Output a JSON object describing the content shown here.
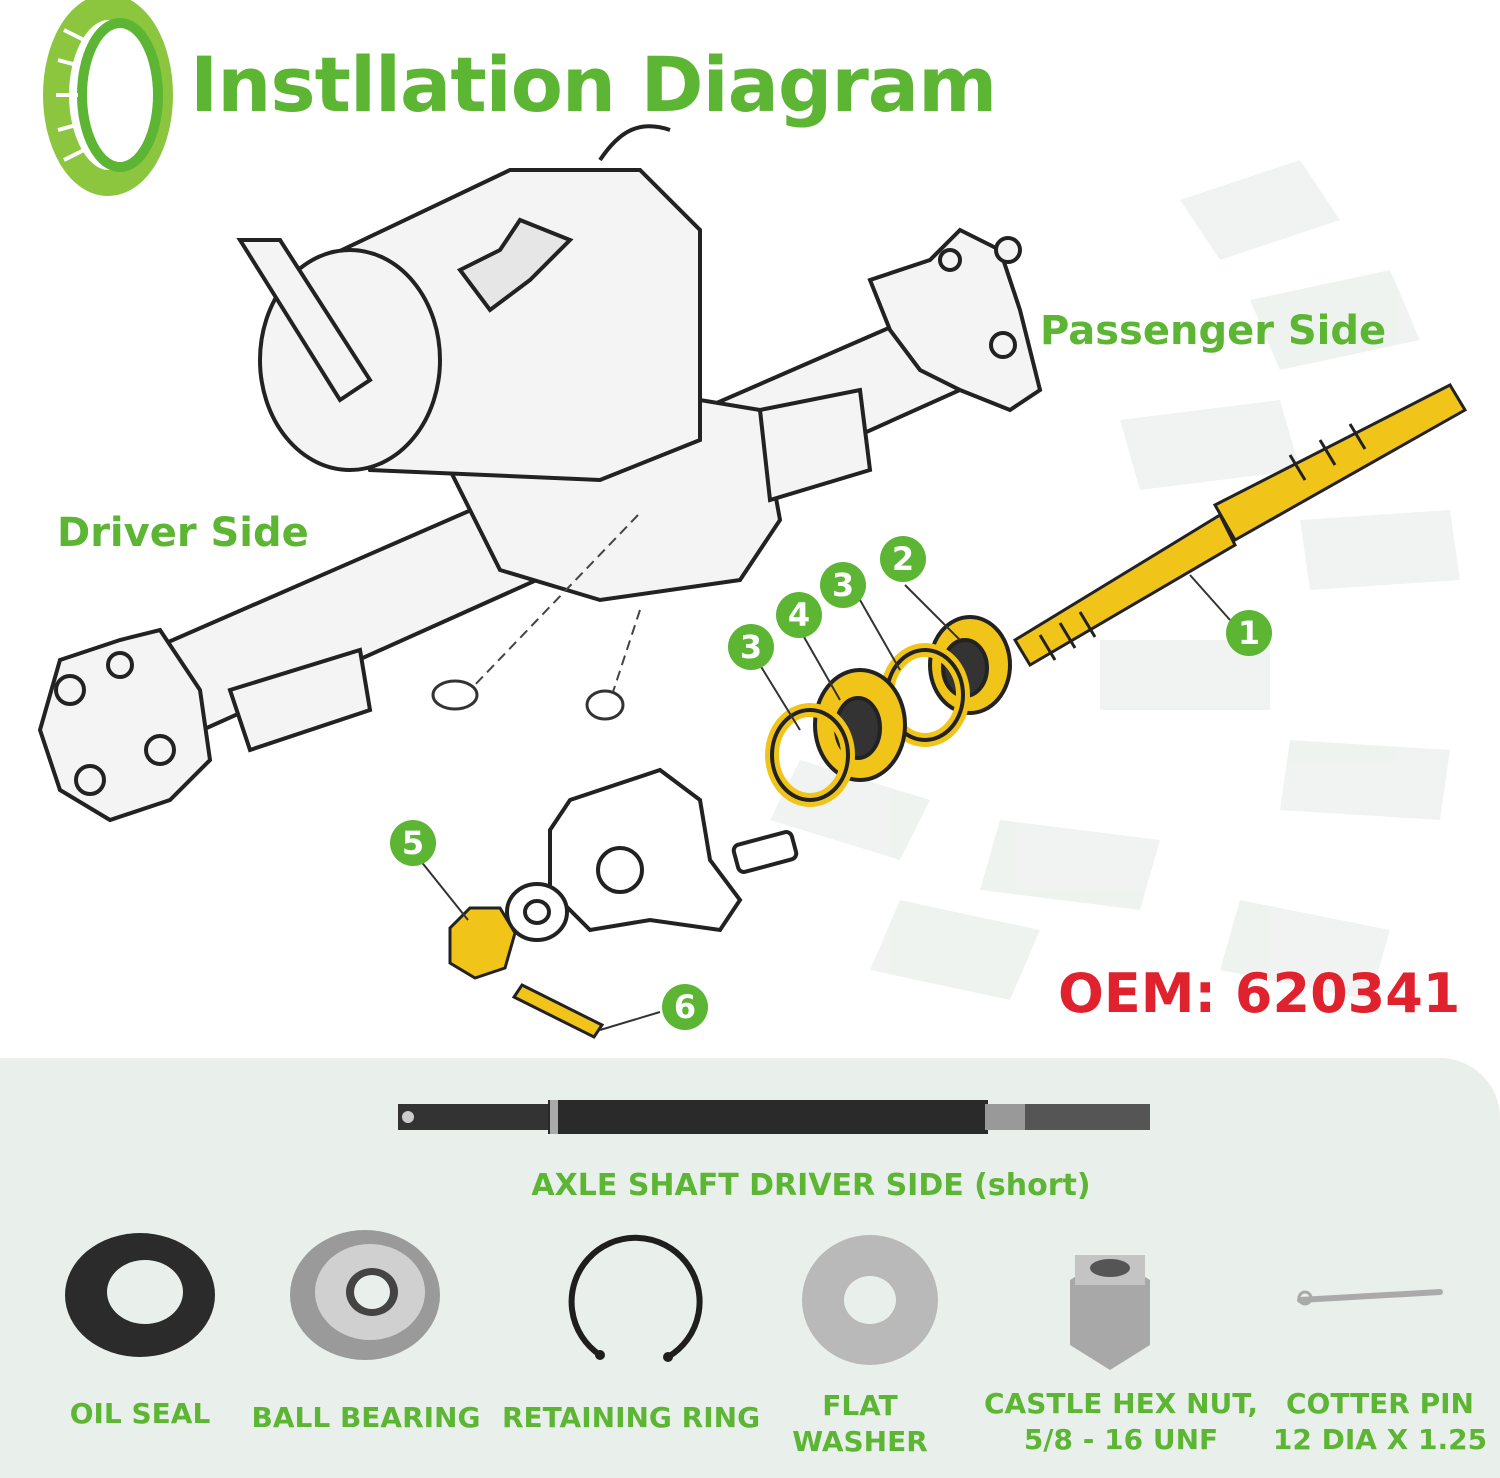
{
  "header": {
    "title": "Instllation Diagram",
    "logo_icon": "tire-icon"
  },
  "labels": {
    "passenger_side": "Passenger Side",
    "driver_side": "Driver Side",
    "oem": "OEM: 620341"
  },
  "callouts": [
    "1",
    "2",
    "3",
    "4",
    "3",
    "5",
    "6"
  ],
  "parts_panel": {
    "axle_caption": "AXLE SHAFT DRIVER SIDE (short)",
    "parts": [
      {
        "line1": "OIL SEAL",
        "line2": ""
      },
      {
        "line1": "BALL BEARING",
        "line2": ""
      },
      {
        "line1": "RETAINING RING",
        "line2": ""
      },
      {
        "line1": "FLAT",
        "line2": "WASHER"
      },
      {
        "line1": "CASTLE HEX NUT,",
        "line2": "5/8 - 16 UNF"
      },
      {
        "line1": "COTTER PIN",
        "line2": "12 DIA X 1.25"
      }
    ]
  },
  "colors": {
    "accent_green": "#5cb533",
    "oem_red": "#e0222e",
    "highlight_yellow": "#f0c419",
    "panel_bg": "#e9f0ec"
  }
}
